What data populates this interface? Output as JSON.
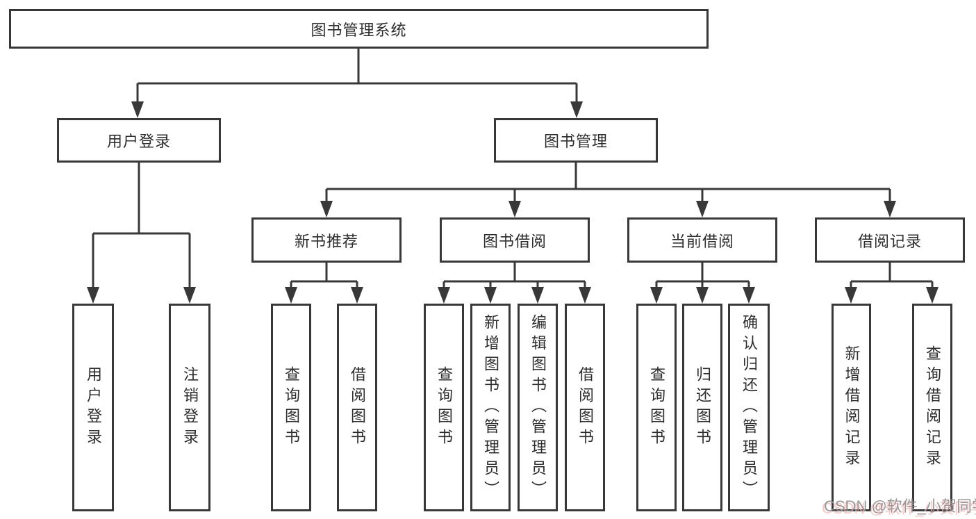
{
  "diagram": {
    "root_label": "图书管理系统",
    "branches": [
      {
        "label": "用户登录",
        "children": [
          {
            "label": "用户登录"
          },
          {
            "label": "注销登录"
          }
        ]
      },
      {
        "label": "图书管理",
        "children": [
          {
            "label": "新书推荐",
            "children": [
              {
                "label": "查询图书"
              },
              {
                "label": "借阅图书"
              }
            ]
          },
          {
            "label": "图书借阅",
            "children": [
              {
                "label": "查询图书"
              },
              {
                "label": "新增图书（管理员）"
              },
              {
                "label": "编辑图书（管理员）"
              },
              {
                "label": "借阅图书"
              }
            ]
          },
          {
            "label": "当前借阅",
            "children": [
              {
                "label": "查询图书"
              },
              {
                "label": "归还图书"
              },
              {
                "label": "确认归还（管理员）"
              }
            ]
          },
          {
            "label": "借阅记录",
            "children": [
              {
                "label": "新增借阅记录"
              },
              {
                "label": "查询借阅记录"
              }
            ]
          }
        ]
      }
    ]
  },
  "watermark": {
    "text": "CSDN @软件_小贺同学"
  },
  "colors": {
    "line": "#383838",
    "box_border": "#383838",
    "box_background": "#ffffff",
    "text": "#2d2d2d",
    "watermark_gray": "#8d8d8d",
    "watermark_pink": "#f6b8b8"
  }
}
